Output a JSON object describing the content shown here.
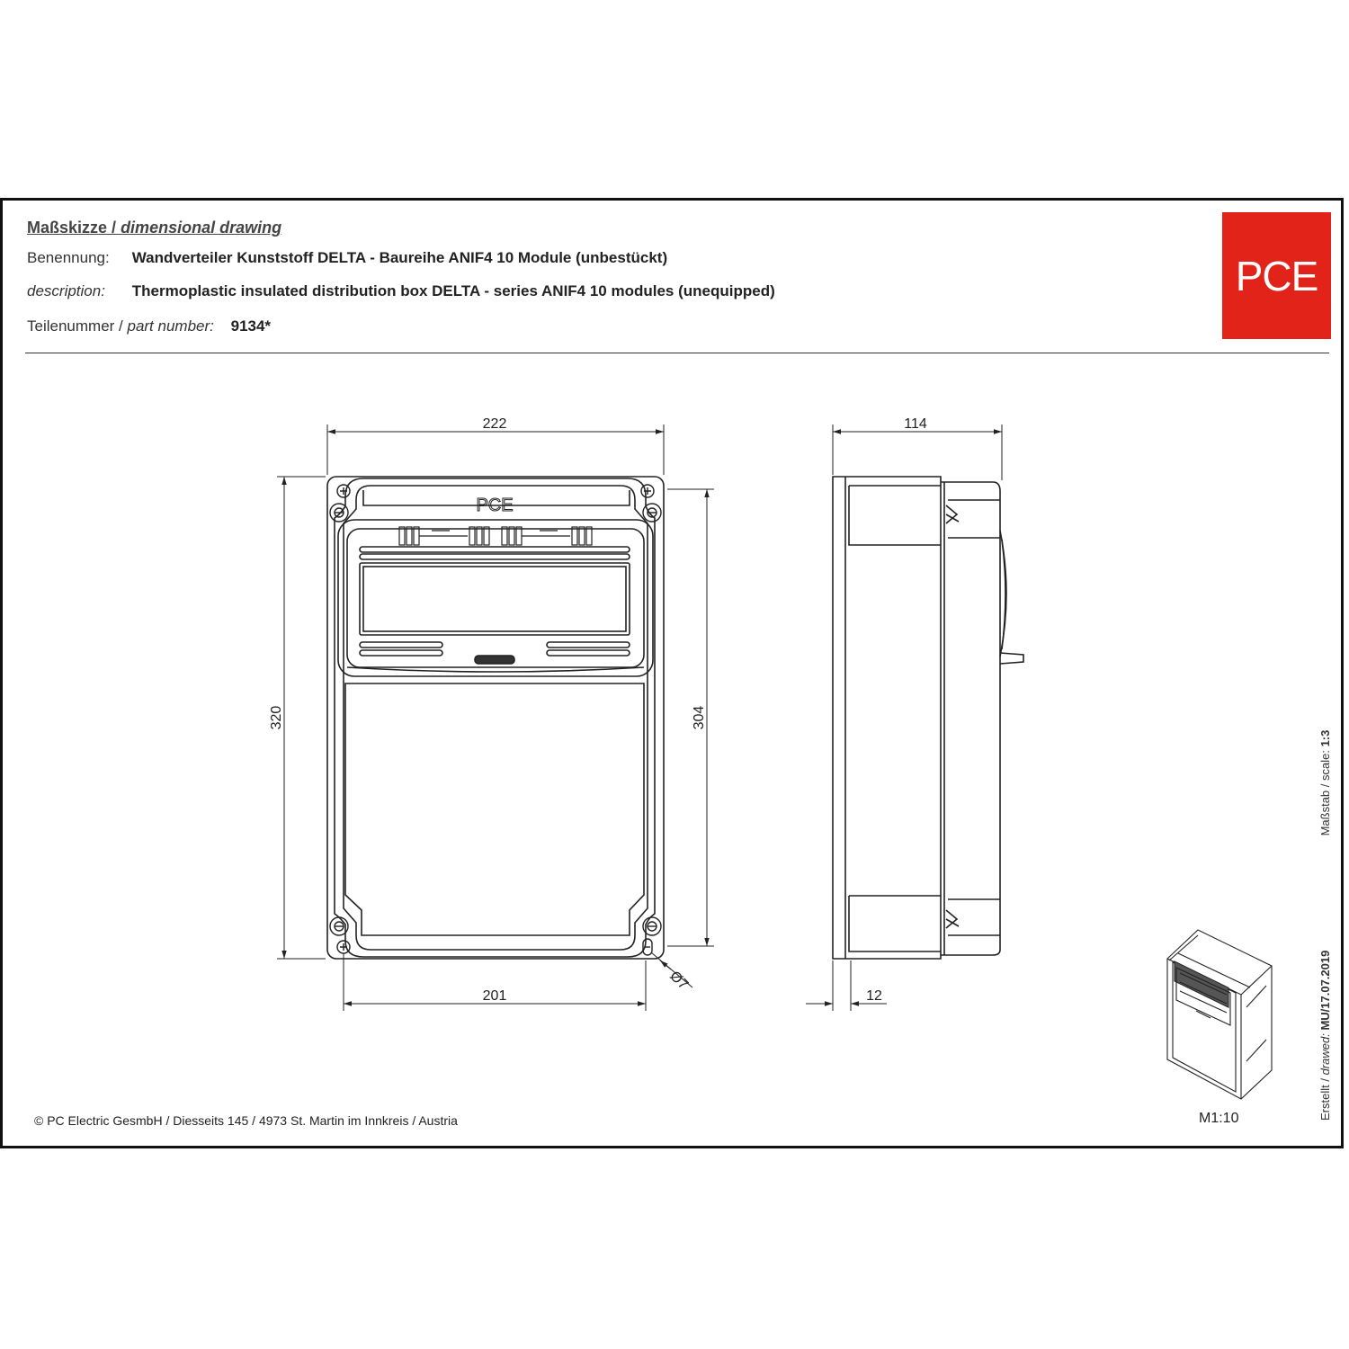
{
  "header": {
    "title_de": "Maßskizze",
    "title_sep": " / ",
    "title_en": "dimensional drawing",
    "name_label": "Benennung:",
    "name_value": "Wandverteiler Kunststoff DELTA - Baureihe ANIF4 10 Module (unbestückt)",
    "desc_label": "description:",
    "desc_value": "Thermoplastic insulated distribution box DELTA - series ANIF4 10 modules (unequipped)",
    "part_label_de": "Teilenummer / ",
    "part_label_en": "part number:",
    "part_value": "9134*"
  },
  "logo": {
    "text": "PCE",
    "color": "#e2231a"
  },
  "lid_brand": "PCE",
  "dimensions": {
    "width_total": "222",
    "height_total": "320",
    "height_inner": "304",
    "width_holes": "201",
    "hole_diameter": "Ø7",
    "depth_total": "114",
    "wall_offset": "12"
  },
  "footer": {
    "copyright": "© PC Electric GesmbH / Diesseits 145 / 4973 St. Martin im Innkreis / Austria"
  },
  "thumbnail_scale": "M1:10",
  "side_note": {
    "created_label": "Erstellt / ",
    "created_en": "drawed:",
    "created_value": " MU/17.07.2019",
    "scale_label": "Maßstab / scale: ",
    "scale_value": "1:3"
  }
}
